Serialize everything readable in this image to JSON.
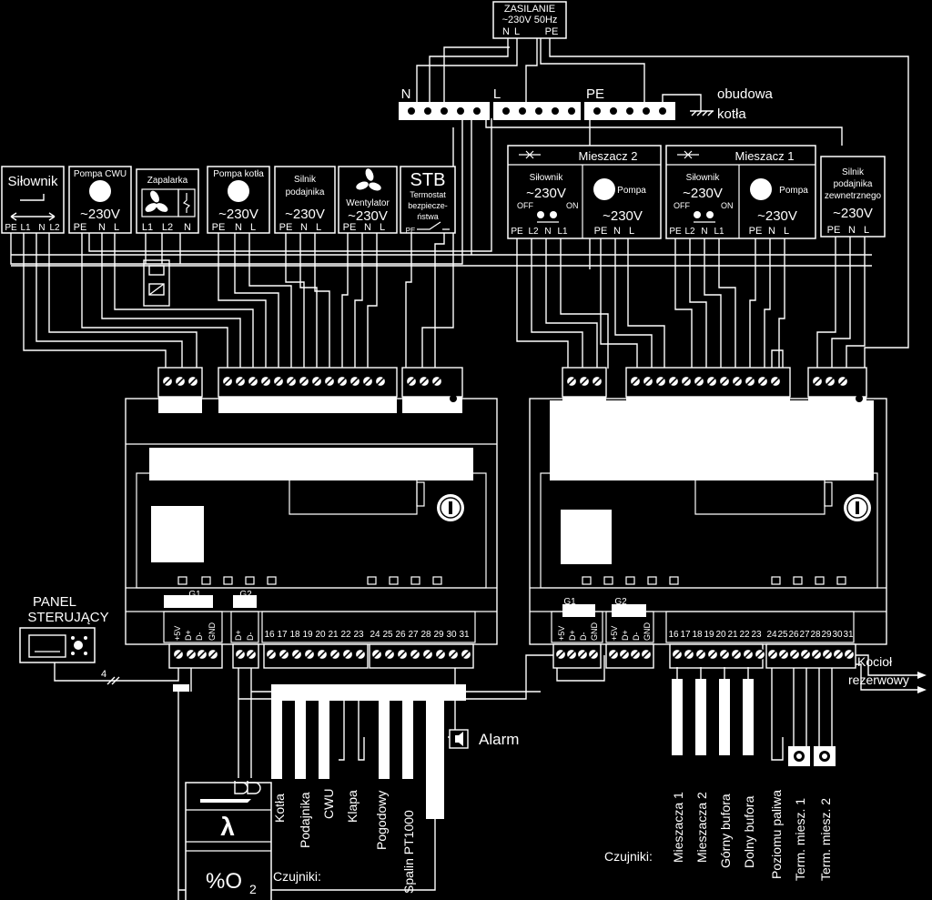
{
  "supply": {
    "title": "ZASILANIE",
    "voltage": "~230V 50Hz",
    "n": "N",
    "l": "L",
    "pe": "PE"
  },
  "bus": {
    "n": "N",
    "l": "L",
    "pe": "PE",
    "ground_line1": "obudowa",
    "ground_line2": "kotła"
  },
  "devices": {
    "silownik": {
      "title": "Siłownik",
      "pins": [
        "PE",
        "L1",
        "N",
        "L2"
      ]
    },
    "pompa_cwu": {
      "title": "Pompa CWU",
      "voltage": "~230V",
      "pins": [
        "PE",
        "N",
        "L"
      ]
    },
    "zapalarka": {
      "title": "Zapalarka",
      "pins": [
        "L1",
        "L2",
        "N"
      ]
    },
    "pompa_kotla": {
      "title": "Pompa kotła",
      "voltage": "~230V",
      "pins": [
        "PE",
        "N",
        "L"
      ]
    },
    "silnik_podajnika": {
      "title1": "Silnik",
      "title2": "podajnika",
      "voltage": "~230V",
      "pins": [
        "PE",
        "N",
        "L"
      ]
    },
    "wentylator": {
      "title": "Wentylator",
      "voltage": "~230V",
      "pins": [
        "PE",
        "N",
        "L"
      ]
    },
    "stb": {
      "title": "STB",
      "line1": "Termostat",
      "line2": "bezpiecze-",
      "line3": "ństwa",
      "pin": "PE"
    },
    "mieszacz2": {
      "title": "Mieszacz 2",
      "sil_title": "Siłownik",
      "sil_voltage": "~230V",
      "off": "OFF",
      "on": "ON",
      "sil_pins": [
        "PE",
        "L2",
        "N",
        "L1"
      ],
      "pompa": "Pompa",
      "pompa_voltage": "~230V",
      "pompa_pins": [
        "PE",
        "N",
        "L"
      ]
    },
    "mieszacz1": {
      "title": "Mieszacz 1",
      "sil_title": "Siłownik",
      "sil_voltage": "~230V",
      "off": "OFF",
      "on": "ON",
      "sil_pins": [
        "PE",
        "L2",
        "N",
        "L1"
      ],
      "pompa": "Pompa",
      "pompa_voltage": "~230V",
      "pompa_pins": [
        "PE",
        "N",
        "L"
      ]
    },
    "silnik_zew": {
      "title1": "Silnik",
      "title2": "podajnika",
      "title3": "zewnetrznego",
      "voltage": "~230V",
      "pins": [
        "PE",
        "N",
        "L"
      ]
    }
  },
  "panel": {
    "line1": "PANEL",
    "line2": "STERUJĄCY",
    "wires": "4"
  },
  "left_ctrl": {
    "g1": "G1",
    "g2": "G2",
    "g1_pins": [
      "+5V",
      "D+",
      "D-",
      "GND"
    ],
    "g2_pins": [
      "D+",
      "D-"
    ],
    "terminals": [
      "16",
      "17",
      "18",
      "19",
      "20",
      "21",
      "22",
      "23",
      "24",
      "25",
      "26",
      "27",
      "28",
      "29",
      "30",
      "31"
    ]
  },
  "right_ctrl": {
    "g1": "G1",
    "g2": "G2",
    "g1_pins": [
      "+5V",
      "D+",
      "D-",
      "GND"
    ],
    "g2_pins": [
      "+5V",
      "D+",
      "D-",
      "GND"
    ],
    "terminals": [
      "16",
      "17",
      "18",
      "19",
      "20",
      "21",
      "22",
      "23",
      "24",
      "25",
      "26",
      "27",
      "28",
      "29",
      "30",
      "31"
    ]
  },
  "alarm": "Alarm",
  "kociol_line1": "Kocioł",
  "kociol_line2": "rezerwowy",
  "lambda": {
    "symbol": "λ",
    "o2": "%O",
    "o2_sub": "2"
  },
  "sensors_left": {
    "label": "Czujniki:",
    "items": [
      "Kotła",
      "Podajnika",
      "CWU",
      "Klapa",
      "Pogodowy",
      "Spalin PT1000"
    ]
  },
  "sensors_right": {
    "label": "Czujniki:",
    "items": [
      "Mieszacza 1",
      "Mieszacza 2",
      "Górny bufora",
      "Dolny bufora",
      "Poziomu paliwa",
      "Term. miesz. 1",
      "Term. miesz. 2"
    ]
  }
}
